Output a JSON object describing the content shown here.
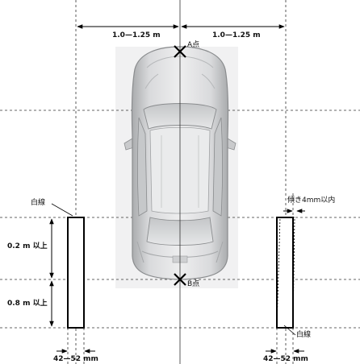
{
  "diagram": {
    "dim_left": "1.0—1.25 m",
    "dim_right": "1.0—1.25 m",
    "point_a": "A点",
    "point_b": "B点",
    "white_line_left": "白線",
    "white_line_right": "白線",
    "tilt": "傾き4mm以内",
    "dist_upper": "0.2 m 以上",
    "dist_lower": "0.8 m 以上",
    "width_left": "42—52 mm",
    "width_right": "42—52 mm"
  }
}
